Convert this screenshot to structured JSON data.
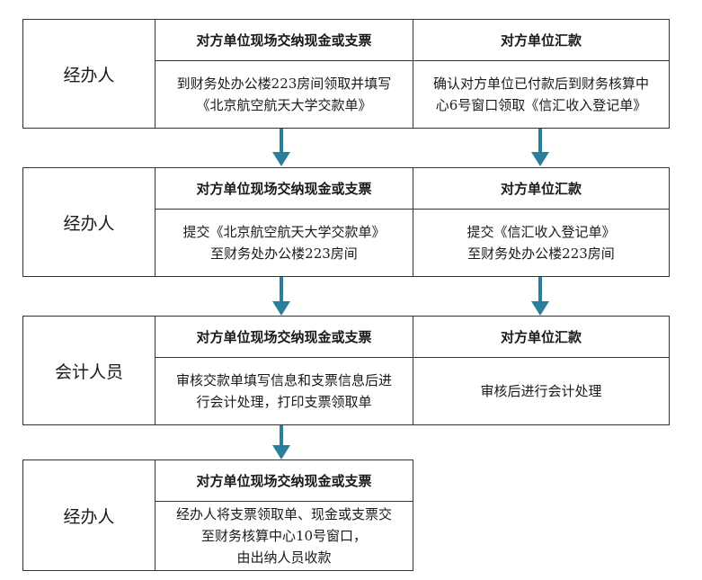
{
  "rows": [
    {
      "role": "经办人",
      "col1": {
        "header": "对方单位现场交纳现金或支票",
        "body": "到财务处办公楼223房间领取并填写\n《北京航空航天大学交款单》"
      },
      "col2": {
        "header": "对方单位汇款",
        "body": "确认对方单位已付款后到财务核算中\n心6号窗口领取《信汇收入登记单》"
      }
    },
    {
      "role": "经办人",
      "col1": {
        "header": "对方单位现场交纳现金或支票",
        "body": "提交《北京航空航天大学交款单》\n至财务处办公楼223房间"
      },
      "col2": {
        "header": "对方单位汇款",
        "body": "提交《信汇收入登记单》\n至财务处办公楼223房间"
      }
    },
    {
      "role": "会计人员",
      "col1": {
        "header": "对方单位现场交纳现金或支票",
        "body": "审核交款单填写信息和支票信息后进\n行会计处理，打印支票领取单"
      },
      "col2": {
        "header": "对方单位汇款",
        "body": "审核后进行会计处理"
      }
    },
    {
      "role": "经办人",
      "col1": {
        "header": "对方单位现场交纳现金或支票",
        "body": "经办人将支票领取单、现金或支票交\n至财务核算中心10号窗口，\n由出纳人员收款"
      }
    }
  ],
  "colors": {
    "arrow": "#2b7f9b",
    "border": "#333333"
  }
}
